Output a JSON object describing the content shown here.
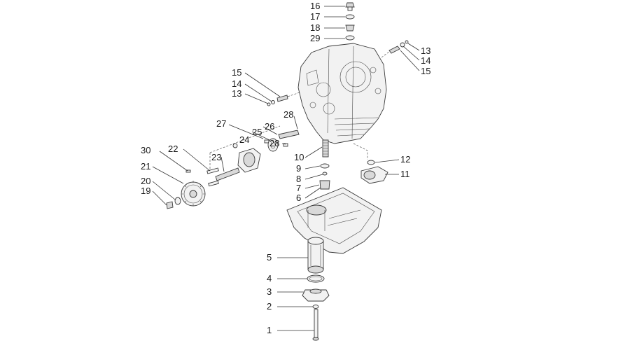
{
  "callouts": [
    {
      "id": "c16a",
      "text": "16"
    },
    {
      "id": "c17a",
      "text": "17"
    },
    {
      "id": "c18a",
      "text": "18"
    },
    {
      "id": "c29a",
      "text": "29"
    },
    {
      "id": "c13r",
      "text": "13"
    },
    {
      "id": "c14r",
      "text": "14"
    },
    {
      "id": "c15r",
      "text": "15"
    },
    {
      "id": "c15l",
      "text": "15"
    },
    {
      "id": "c14l",
      "text": "14"
    },
    {
      "id": "c13l",
      "text": "13"
    },
    {
      "id": "c28a",
      "text": "28"
    },
    {
      "id": "c27",
      "text": "27"
    },
    {
      "id": "c26",
      "text": "26"
    },
    {
      "id": "c25",
      "text": "25"
    },
    {
      "id": "c24",
      "text": "24"
    },
    {
      "id": "c28b",
      "text": "28"
    },
    {
      "id": "c30",
      "text": "30"
    },
    {
      "id": "c22",
      "text": "22"
    },
    {
      "id": "c23",
      "text": "23"
    },
    {
      "id": "c21",
      "text": "21"
    },
    {
      "id": "c20",
      "text": "20"
    },
    {
      "id": "c19",
      "text": "19"
    },
    {
      "id": "c10",
      "text": "10"
    },
    {
      "id": "c9",
      "text": "9"
    },
    {
      "id": "c8",
      "text": "8"
    },
    {
      "id": "c7",
      "text": "7"
    },
    {
      "id": "c6",
      "text": "6"
    },
    {
      "id": "c12",
      "text": "12"
    },
    {
      "id": "c11",
      "text": "11"
    },
    {
      "id": "c5",
      "text": "5"
    },
    {
      "id": "c4",
      "text": "4"
    },
    {
      "id": "c3",
      "text": "3"
    },
    {
      "id": "c2",
      "text": "2"
    },
    {
      "id": "c1",
      "text": "1"
    }
  ]
}
